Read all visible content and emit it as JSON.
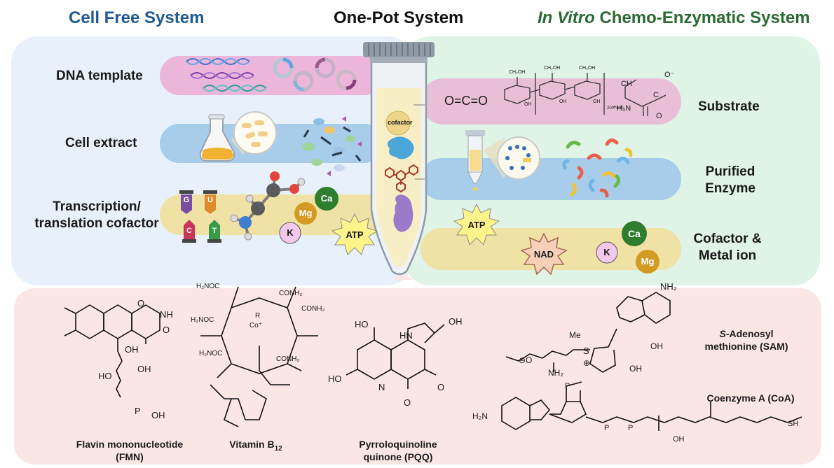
{
  "headers": {
    "cell_free": "Cell Free System",
    "one_pot": "One-Pot System",
    "in_vitro_italic": "In Vitro",
    "in_vitro_rest": " Chemo-Enzymatic System"
  },
  "left_labels": {
    "dna": "DNA template",
    "extract": "Cell extract",
    "txtl_line1": "Transcription/",
    "txtl_line2": "translation cofactor"
  },
  "right_labels": {
    "substrate": "Substrate",
    "enzyme_line1": "Purified",
    "enzyme_line2": "Enzyme",
    "cofactor_line1": "Cofactor &",
    "cofactor_line2": "Metal ion"
  },
  "tube": {
    "cofactor_label": "cofactor"
  },
  "badges": {
    "atp": "ATP",
    "nad": "NAD",
    "ca": "Ca",
    "mg": "Mg",
    "k": "K"
  },
  "nucleotides": [
    "G",
    "U",
    "C",
    "T"
  ],
  "substrate_chem": {
    "co2": "O=C=O",
    "ch2oh": "CH₂OH",
    "oh": "OH",
    "n_range": "200~600",
    "ch": "CH",
    "c": "C",
    "nh3": "⁺H₃N",
    "o_minus": "O⁻",
    "o": "O"
  },
  "molecules": {
    "fmn_line1": "Flavin mononucleotide",
    "fmn_line2": "(FMN)",
    "b12_name": "Vitamin B",
    "b12_sub": "12",
    "pqq_line1": "Pyrroloquinoline",
    "pqq_line2": "quinone  (PQQ)",
    "sam_italic": "S",
    "sam_line1_rest": "-Adenosyl",
    "sam_line2": "methionine (SAM)",
    "coa": "Coenzyme A (CoA)"
  },
  "atom_labels": {
    "oh": "OH",
    "o": "O",
    "nh": "NH",
    "n": "N",
    "hn": "HN",
    "p": "P",
    "r": "R",
    "co": "Co⁺",
    "conh2": "CONH₂",
    "h2noc": "H₂NOC",
    "nh2": "NH₂",
    "h2n": "H₂N",
    "me": "Me",
    "s": "S",
    "sh": "SH",
    "ho": "HO",
    "ominus": "⊖O",
    "plus": "⊕"
  },
  "colors": {
    "left_panel": "#e8f1fb",
    "right_panel": "#dff3e6",
    "bottom_panel": "#fbe6e6",
    "band_pink": "#ecb6da",
    "band_blue": "#a8cdeb",
    "band_yellow": "#f0e2a5",
    "header_blue": "#1f5a94",
    "header_green": "#2a6a33"
  }
}
